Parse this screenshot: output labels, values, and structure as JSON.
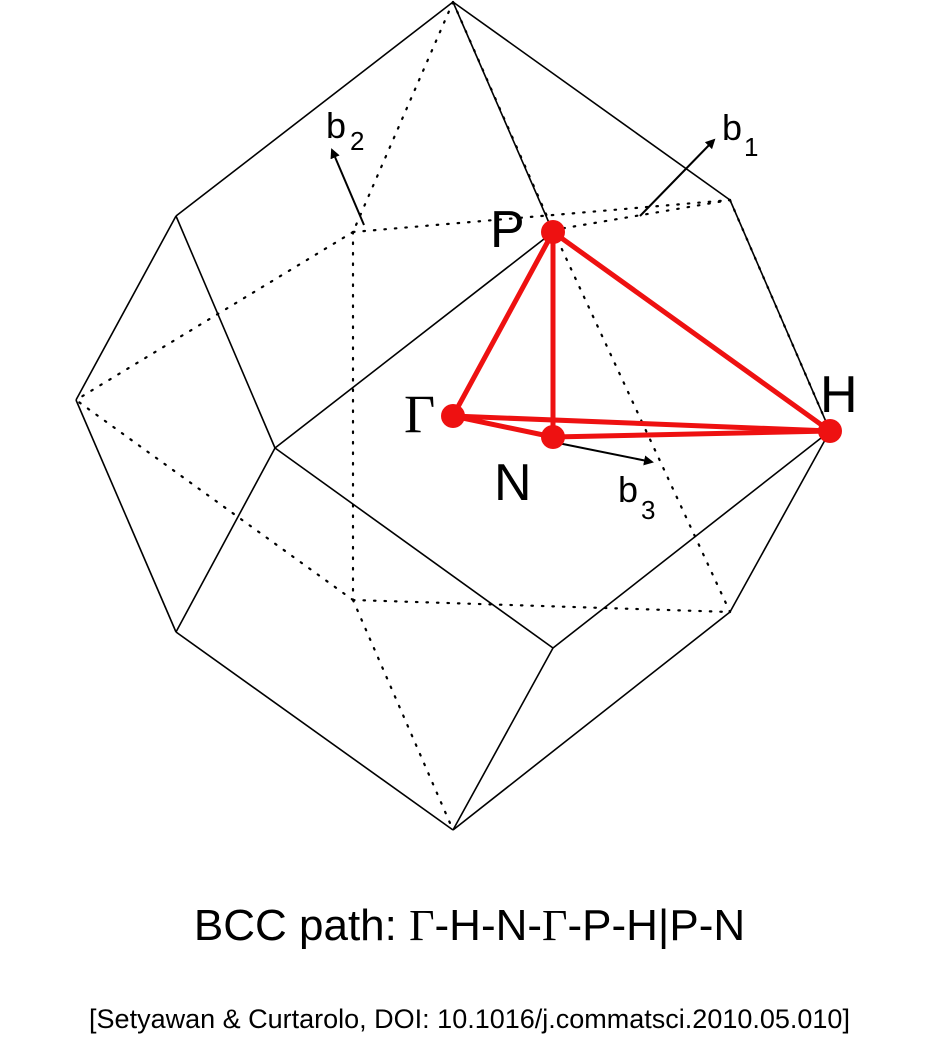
{
  "colors": {
    "path": "#ee1111",
    "lines": "#000000",
    "background": "#ffffff"
  },
  "labels": {
    "P": "P",
    "Gamma": "Γ",
    "N": "N",
    "H": "H",
    "b1": "b",
    "b1_sub": "1",
    "b2": "b",
    "b2_sub": "2",
    "b3": "b",
    "b3_sub": "3"
  },
  "caption": {
    "prefix": "BCC path: ",
    "gamma1": "Γ",
    "part1": "-H-N-",
    "gamma2": "Γ",
    "part2": "-P-H|P-N"
  },
  "citation": "[Setyawan & Curtarolo, DOI: 10.1016/j.commatsci.2010.05.010]",
  "path_sequence": [
    "Γ",
    "H",
    "N",
    "Γ",
    "P",
    "H",
    "|",
    "P",
    "N"
  ]
}
